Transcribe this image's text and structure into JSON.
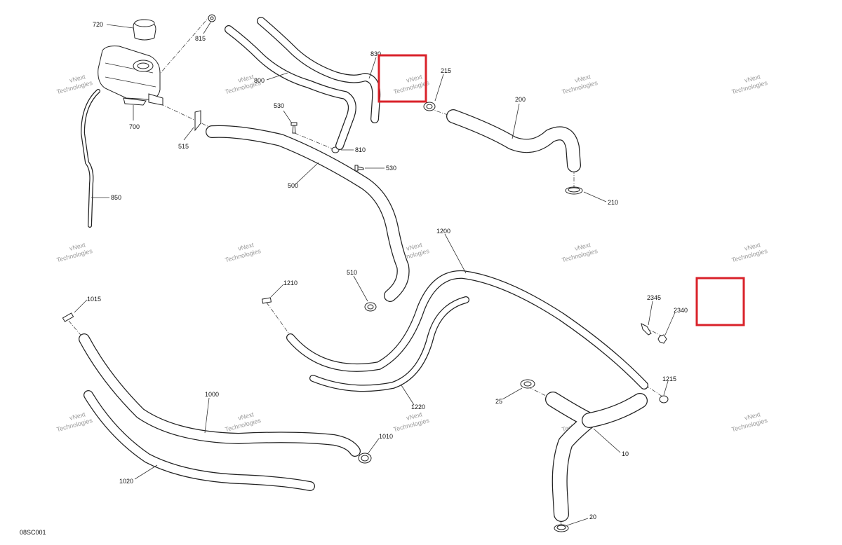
{
  "diagram_code": "08SC001",
  "watermark_text": [
    "vNext",
    "Technologies"
  ],
  "highlight_color": "#d9222a",
  "parts": {
    "p720": "720",
    "p815": "815",
    "p830": "830",
    "p800": "800",
    "p215": "215",
    "p200": "200",
    "p700": "700",
    "p530a": "530",
    "p515": "515",
    "p810": "810",
    "p530b": "530",
    "p500": "500",
    "p850": "850",
    "p210": "210",
    "p1200": "1200",
    "p510": "510",
    "p1210": "1210",
    "p1015": "1015",
    "p2345": "2345",
    "p2340": "2340",
    "p1215": "1215",
    "p25": "25",
    "p1000": "1000",
    "p1220": "1220",
    "p1010": "1010",
    "p10": "10",
    "p1020": "1020",
    "p20": "20"
  }
}
